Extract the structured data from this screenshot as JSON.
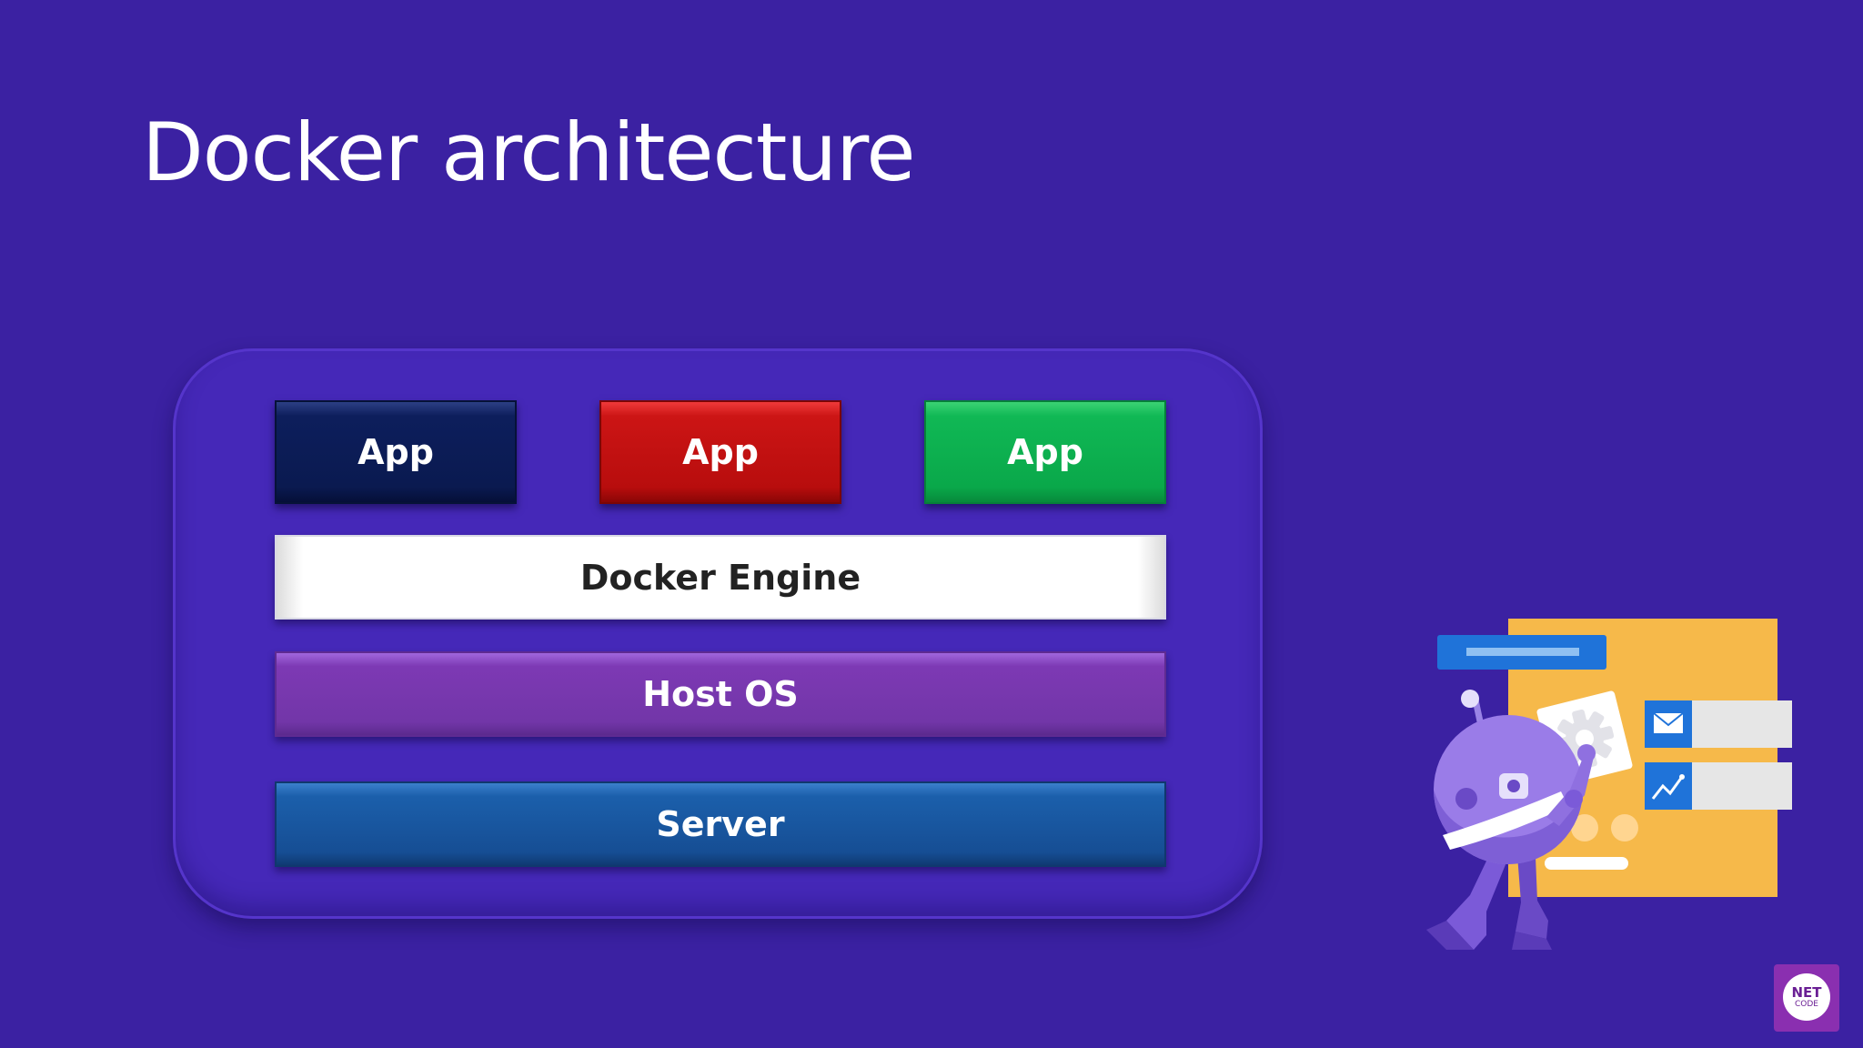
{
  "slide": {
    "title": "Docker architecture",
    "background_color": "#3b21a2"
  },
  "diagram": {
    "apps": [
      {
        "label": "App",
        "color": "#0d1e5c"
      },
      {
        "label": "App",
        "color": "#c41010"
      },
      {
        "label": "App",
        "color": "#0db050"
      }
    ],
    "layers": [
      {
        "label": "Docker Engine",
        "color": "#ffffff"
      },
      {
        "label": "Host OS",
        "color": "#7536aa"
      },
      {
        "label": "Server",
        "color": "#175499"
      }
    ]
  },
  "illustration": {
    "icons": [
      "robot-icon",
      "gear-icon",
      "envelope-icon",
      "line-chart-icon"
    ]
  },
  "logo": {
    "line1": "NET",
    "line2": "CODE"
  }
}
